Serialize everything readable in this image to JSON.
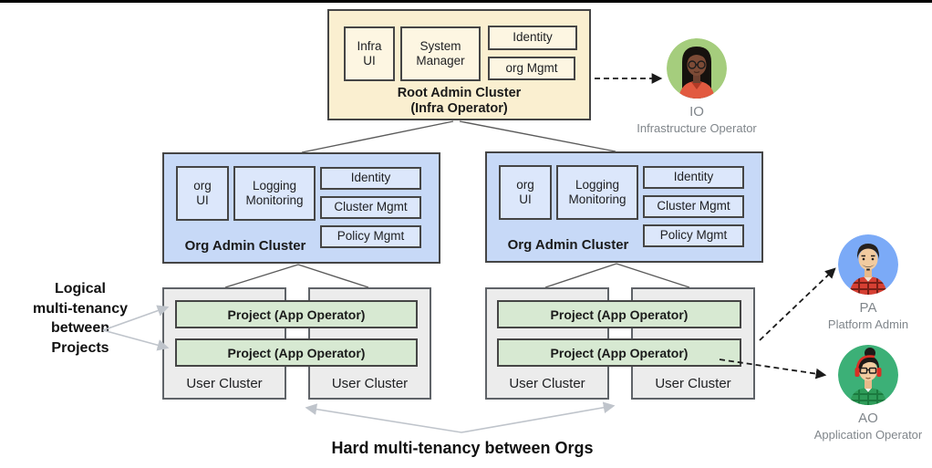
{
  "annotations": {
    "logical_multitenancy": "Logical\nmulti-tenancy\nbetween\nProjects",
    "hard_multitenancy": "Hard multi-tenancy between Orgs"
  },
  "root_cluster": {
    "title": "Root Admin Cluster\n(Infra Operator)",
    "components": {
      "infra_ui": "Infra\nUI",
      "system_manager": "System\nManager",
      "identity": "Identity",
      "org_mgmt": "org Mgmt"
    }
  },
  "org_cluster": {
    "title": "Org Admin Cluster",
    "components": {
      "org_ui": "org\nUI",
      "logging_monitoring": "Logging\nMonitoring",
      "identity": "Identity",
      "cluster_mgmt": "Cluster Mgmt",
      "policy_mgmt": "Policy Mgmt"
    }
  },
  "user_clusters": {
    "label": "User Cluster",
    "project_label": "Project (App Operator)"
  },
  "personas": {
    "io": {
      "abbr": "IO",
      "role": "Infrastructure Operator"
    },
    "pa": {
      "abbr": "PA",
      "role": "Platform Admin"
    },
    "ao": {
      "abbr": "AO",
      "role": "Application Operator"
    }
  },
  "colors": {
    "root_fill": "#FAEFD0",
    "root_inner_fill": "#FDF6E2",
    "org_fill": "#C7D9F7",
    "org_inner_fill": "#DCE7FB",
    "user_cluster_fill": "#ECECEC",
    "project_fill": "#D7E9D2",
    "border_dark": "#454545",
    "connector_gray": "#5B5B5B",
    "soft_arrow_gray": "#BFC4CB",
    "dashed_arrow_black": "#1A1A1A",
    "io_avatar_bg": "#A5CD7D",
    "pa_avatar_bg": "#7BAAF7",
    "ao_avatar_bg": "#3CB077",
    "persona_text_gray": "#80868B"
  }
}
